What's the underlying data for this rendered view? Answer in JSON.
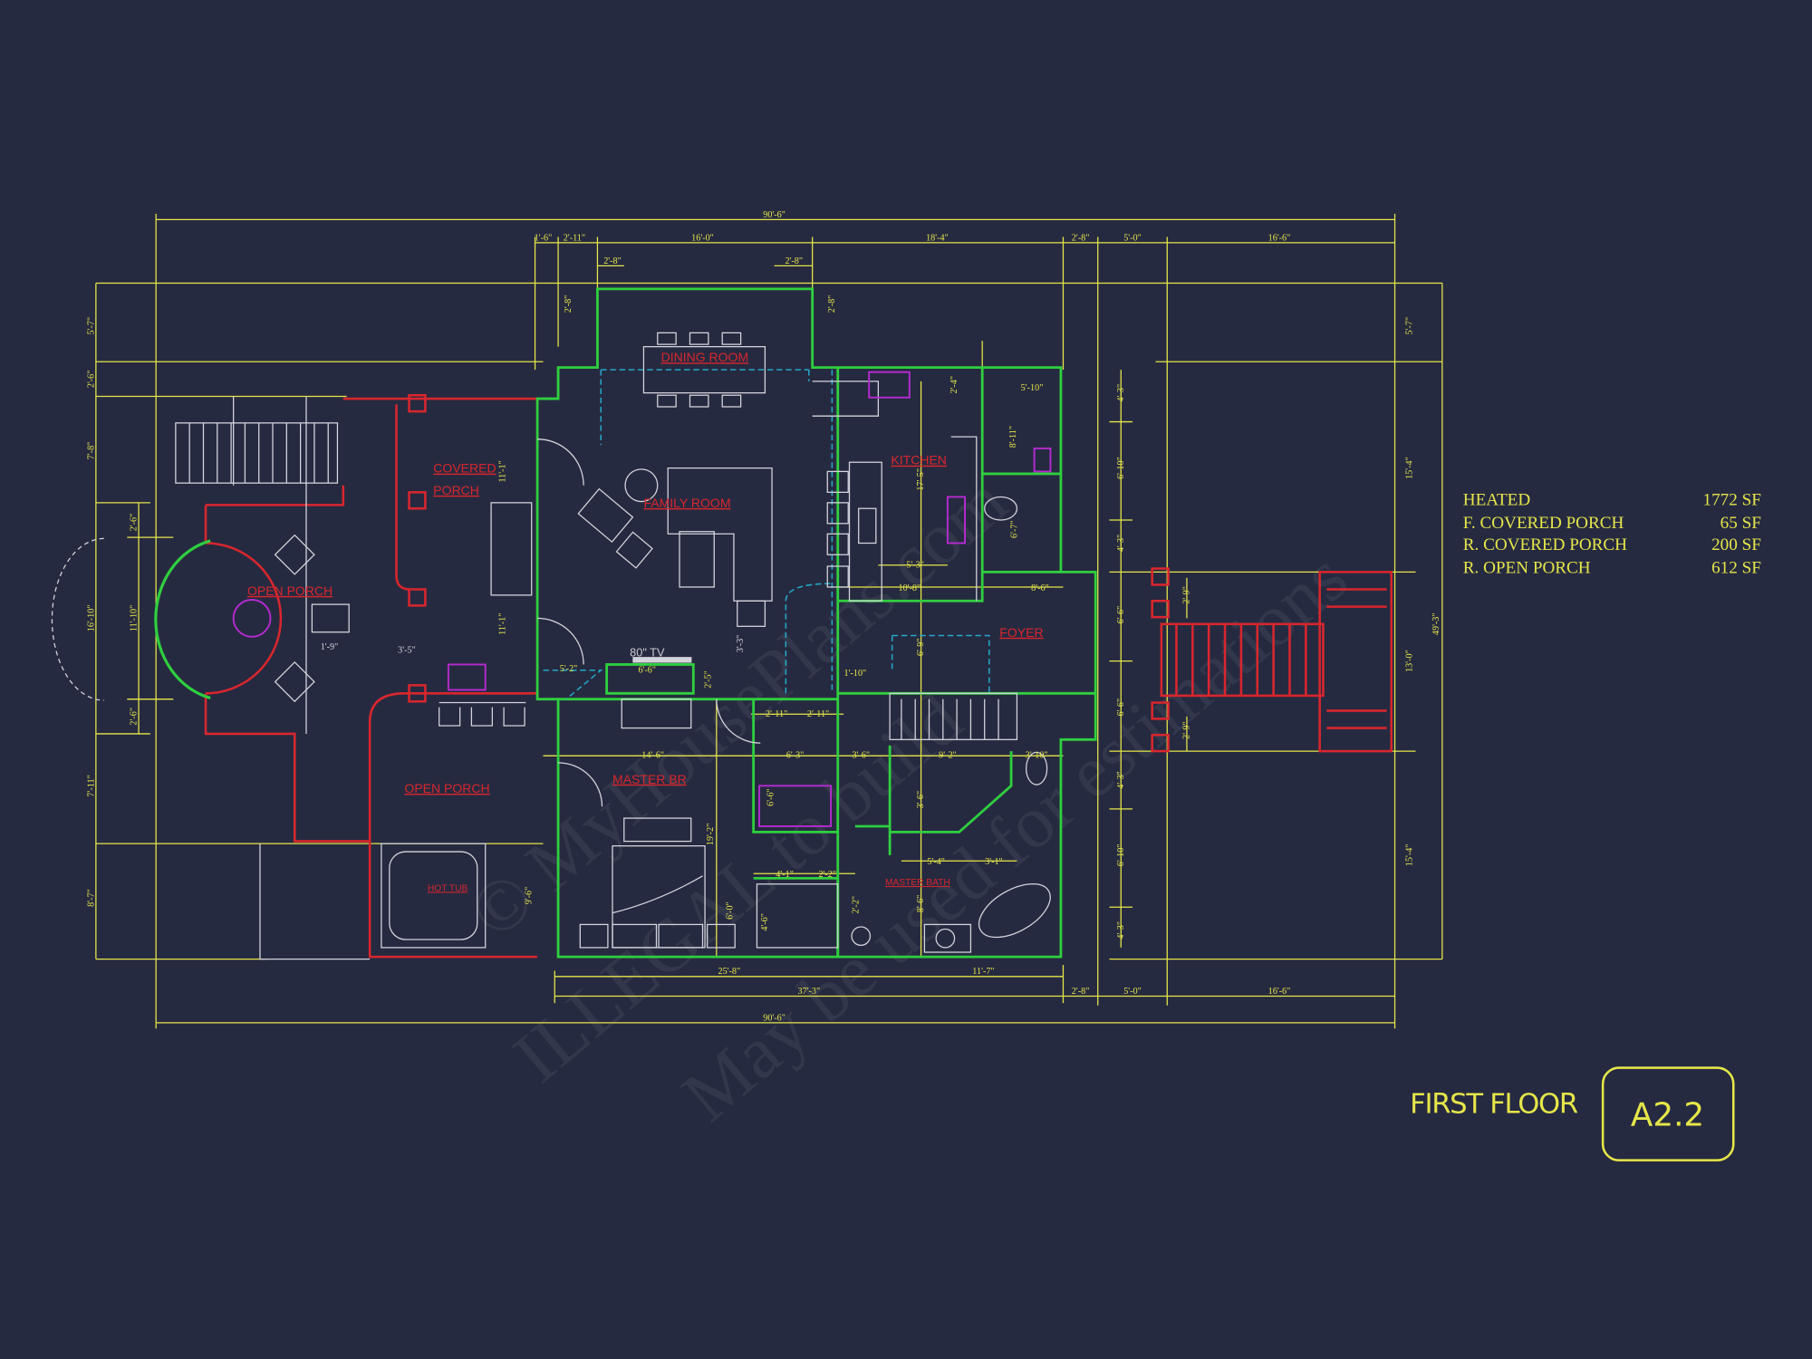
{
  "drawing": {
    "title": "FIRST FLOOR",
    "sheet_number": "A2.2",
    "colors": {
      "background": "#262a40",
      "dimension": "#e6e64a",
      "wall": "#2fcf3f",
      "porch": "#d8262e",
      "fixture": "#d4d4dc",
      "ceiling": "#25a6c8",
      "accent": "#b52bd0"
    },
    "watermark": [
      "© MyHousePlans.com",
      "ILLEGAL to build",
      "May be used for estimations"
    ]
  },
  "areas": [
    {
      "label": "HEATED",
      "value": "1772 SF"
    },
    {
      "label": "F. COVERED PORCH",
      "value": "65 SF"
    },
    {
      "label": "R. COVERED PORCH",
      "value": "200 SF"
    },
    {
      "label": "R. OPEN PORCH",
      "value": "612 SF"
    }
  ],
  "rooms": {
    "dining": "DINING ROOM",
    "family": "FAMILY ROOM",
    "kitchen": "KITCHEN",
    "foyer": "FOYER",
    "master_br": "MASTER BR",
    "master_bath": "MASTER BATH",
    "covered_porch_1": "COVERED",
    "covered_porch_2": "PORCH",
    "open_porch_left": "OPEN PORCH",
    "open_porch_lower": "OPEN PORCH",
    "hot_tub": "HOT TUB",
    "tv": "80\" TV"
  },
  "dimensions": {
    "overall_top": "90'-6\"",
    "top_row": [
      "1'-6\"",
      "2'-11\"",
      "16'-0\"",
      "18'-4\"",
      "2'-8\"",
      "5'-0\"",
      "16'-6\""
    ],
    "window_top": [
      "2'-8\"",
      "2'-8\""
    ],
    "bay_side": [
      "2'-8\"",
      "2'-8\""
    ],
    "bottom_inner": [
      "25'-8\"",
      "11'-7\""
    ],
    "bottom_row": [
      "37'-3\"",
      "2'-8\"",
      "5'-0\"",
      "16'-6\""
    ],
    "overall_bottom": "90'-6\"",
    "left": [
      "5'-7\"",
      "2'-6\"",
      "7'-8\"",
      "16'-10\"",
      "7'-11\"",
      "8'-7\""
    ],
    "left_inner": [
      "2'-6\"",
      "11'-10\"",
      "2'-6\""
    ],
    "right": [
      "5'-7\"",
      "15'-4\"",
      "13'-0\"",
      "15'-4\""
    ],
    "right_overall": "49'-3\"",
    "right_inner": [
      "4'-3\"",
      "6'-10\"",
      "4'-3\"",
      "6'-6\"",
      "6'-6\"",
      "4'-3\"",
      "6'-10\"",
      "4'-3\""
    ],
    "rear_porch": [
      "2'-9\"",
      "2'-9\""
    ],
    "interior": [
      "5'-10\"",
      "8'-11\"",
      "2'-4\"",
      "17'-5\"",
      "5'-3\"",
      "10'-8\"",
      "8'-6\"",
      "6'-7\"",
      "11'-1\"",
      "11'-1\"",
      "1'-9\"",
      "3'-5\"",
      "5'-2\"",
      "6'-6\"",
      "2'-5\"",
      "3'-3\"",
      "1'-10\"",
      "6'-9\"",
      "2'-11\"",
      "2'-11\"",
      "14'-6\"",
      "6'-3\"",
      "3'-6\"",
      "9'-2\"",
      "3'-10\"",
      "6'-6\"",
      "19'-2\"",
      "3'-6\"",
      "5'-4\"",
      "3'-1\"",
      "4'-1\"",
      "2'-2\"",
      "6'-0\"",
      "4'-6\"",
      "2'-2\"",
      "8'-6\"",
      "9'-6\""
    ]
  }
}
